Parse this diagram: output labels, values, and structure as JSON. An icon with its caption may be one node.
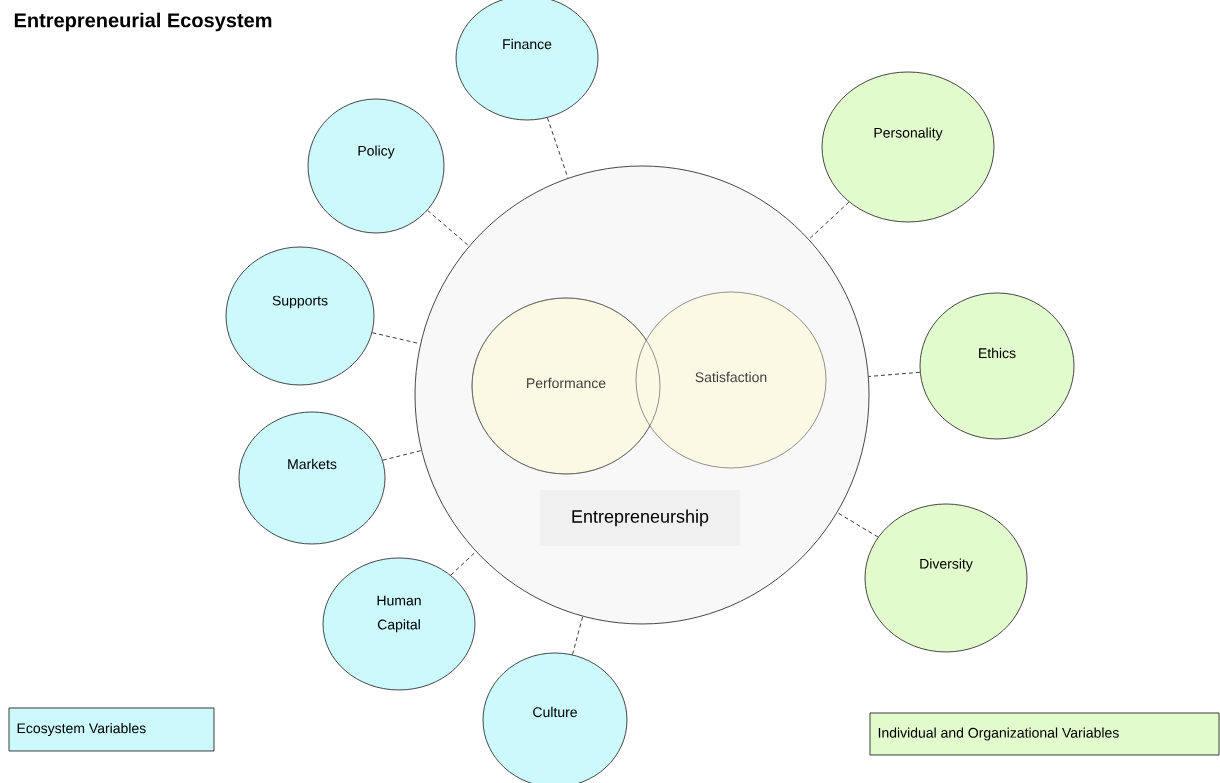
{
  "diagram": {
    "title": "Entrepreneurial Ecosystem",
    "nodes": [
      {
        "text": [
          "Entrepreneurship"
        ]
      },
      {
        "text": [
          "Performance"
        ],
        "in": 0
      },
      {
        "text": [
          "Satisfaction"
        ],
        "in": 0
      },
      {
        "text": [
          "Finance"
        ]
      },
      {
        "text": [
          "Policy"
        ]
      },
      {
        "text": [
          "Supports"
        ]
      },
      {
        "text": [
          "Markets"
        ]
      },
      {
        "text": [
          "Human Capital"
        ]
      },
      {
        "text": [
          "Culture"
        ]
      },
      {
        "text": [
          "Personality"
        ]
      },
      {
        "text": [
          "Ethics"
        ]
      },
      {
        "text": [
          "Diversity"
        ]
      }
    ],
    "edges": [
      {
        "from": 3,
        "to": 0,
        "arrow": "none",
        "style": "dashed"
      },
      {
        "from": 4,
        "to": 0,
        "arrow": "none",
        "style": "dashed"
      },
      {
        "from": 5,
        "to": 0,
        "arrow": "none",
        "style": "dashed"
      },
      {
        "from": 6,
        "to": 0,
        "arrow": "none",
        "style": "dashed"
      },
      {
        "from": 7,
        "to": 0,
        "arrow": "none",
        "style": "dashed"
      },
      {
        "from": 8,
        "to": 0,
        "arrow": "none",
        "style": "dashed"
      },
      {
        "from": 9,
        "to": 0,
        "arrow": "none",
        "style": "dashed"
      },
      {
        "from": 10,
        "to": 0,
        "arrow": "none",
        "style": "dashed"
      },
      {
        "from": 11,
        "to": 0,
        "arrow": "none",
        "style": "dashed"
      }
    ],
    "legend": [
      {
        "text": "Ecosystem Variables",
        "color": "#ccf9fb"
      },
      {
        "text": "Individual and Organizational Variables",
        "color": "#e2fbcc"
      }
    ]
  }
}
